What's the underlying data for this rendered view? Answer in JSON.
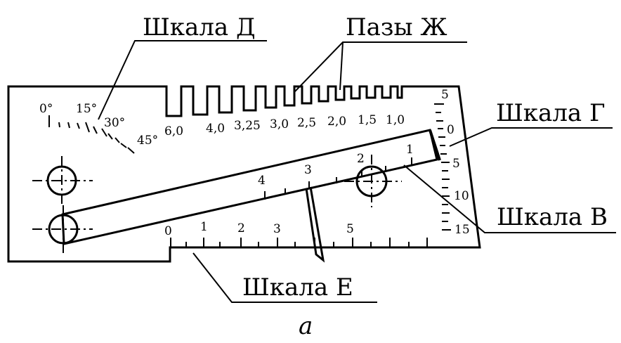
{
  "labels": {
    "scale_d": "Шкала Д",
    "grooves_zh": "Пазы Ж",
    "scale_g": "Шкала Г",
    "scale_v": "Шкала В",
    "scale_e": "Шкала Е",
    "caption": "а"
  },
  "angle_ticks": [
    "0°",
    "15°",
    "30°",
    "45°"
  ],
  "groove_values": [
    "6,0",
    "4,0",
    "3,25",
    "3,0",
    "2,5",
    "2,0",
    "1,5",
    "1,0"
  ],
  "scale_e_numbers": [
    "0",
    "1",
    "2",
    "3",
    "5"
  ],
  "scale_v_numbers": [
    "4",
    "3",
    "2",
    "1"
  ],
  "scale_g_numbers": [
    "5",
    "0",
    "5",
    "10",
    "15"
  ]
}
